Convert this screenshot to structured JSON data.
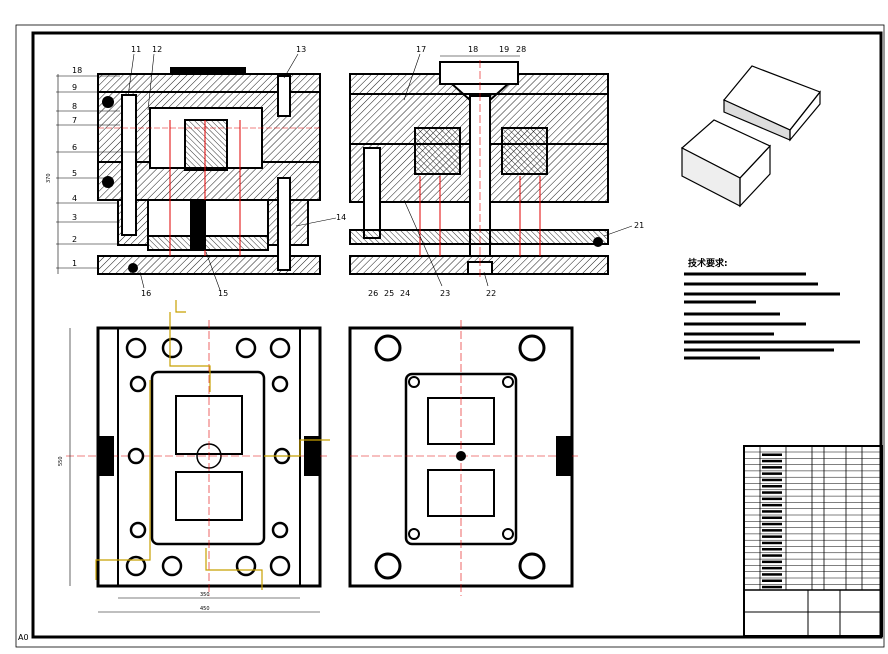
{
  "section_labels_top_left": [
    "18",
    "9",
    "8",
    "7",
    "6",
    "5",
    "4",
    "3",
    "2",
    "1"
  ],
  "section_labels_top": [
    "11",
    "12",
    "13"
  ],
  "section_labels_bottom_left": [
    "16",
    "15"
  ],
  "section_label_right_mid": "14",
  "section2_labels_top": [
    "17",
    "18",
    "19",
    "28"
  ],
  "section2_labels_bottom": [
    "26",
    "25",
    "24",
    "23",
    "22"
  ],
  "section2_label_right": "21",
  "dim_left_height": "370",
  "dim_plan_height": "550",
  "dim_plan_width_inner": "350",
  "dim_plan_width_outer": "450",
  "tech_requirements_title": "技术要求:",
  "corner_mark": "A0",
  "colors": {
    "line": "#000000",
    "hatch": "#000000",
    "centerline": "#e00000",
    "marker": "#c8a000",
    "annotation": "#b000b0"
  }
}
